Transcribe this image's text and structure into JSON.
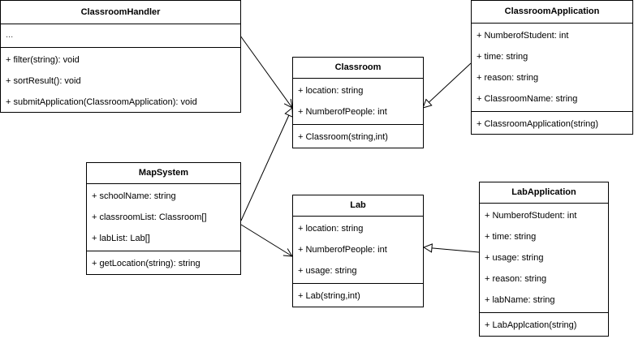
{
  "classes": {
    "classroom_handler": {
      "name": "ClassroomHandler",
      "attributes": [
        "..."
      ],
      "operations": [
        "+ filter(string): void",
        "+ sortResult(): void",
        "+ submitApplication(ClassroomApplication): void"
      ]
    },
    "classroom": {
      "name": "Classroom",
      "attributes": [
        "+ location: string",
        "+ NumberofPeople: int"
      ],
      "operations": [
        "+ Classroom(string,int)"
      ]
    },
    "classroom_application": {
      "name": "ClassroomApplication",
      "attributes": [
        "+ NumberofStudent: int",
        "+ time: string",
        "+ reason: string",
        "+ ClassroomName: string"
      ],
      "operations": [
        "+ ClassroomApplication(string)"
      ]
    },
    "map_system": {
      "name": "MapSystem",
      "attributes": [
        "+ schoolName: string",
        "+ classroomList: Classroom[]",
        "+ labList: Lab[]"
      ],
      "operations": [
        "+ getLocation(string): string"
      ]
    },
    "lab": {
      "name": "Lab",
      "attributes": [
        "+ location: string",
        "+ NumberofPeople: int",
        "+ usage: string"
      ],
      "operations": [
        "+ Lab(string,int)"
      ]
    },
    "lab_application": {
      "name": "LabApplication",
      "attributes": [
        "+ NumberofStudent: int",
        "+ time: string",
        "+ usage: string",
        "+ reason: string",
        "+ labName: string"
      ],
      "operations": [
        "+ LabApplcation(string)"
      ]
    }
  },
  "relations": [
    {
      "from": "ClassroomHandler",
      "to": "Classroom",
      "kind": "association"
    },
    {
      "from": "ClassroomApplication",
      "to": "Classroom",
      "kind": "inheritance"
    },
    {
      "from": "MapSystem",
      "to": "Classroom",
      "kind": "inheritance"
    },
    {
      "from": "MapSystem",
      "to": "Lab",
      "kind": "association"
    },
    {
      "from": "LabApplication",
      "to": "Lab",
      "kind": "inheritance"
    }
  ],
  "colors": {
    "line": "#000000",
    "fill": "#ffffff"
  }
}
